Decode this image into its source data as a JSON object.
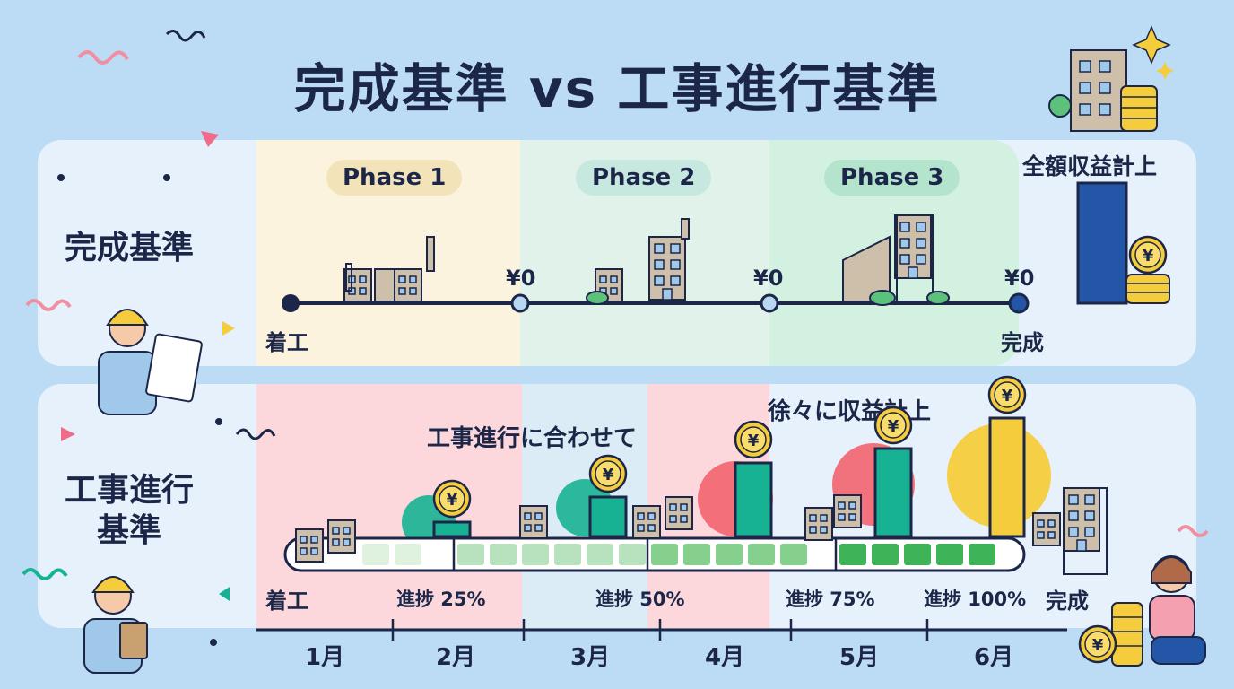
{
  "title": "完成基準 vs 工事進行基準",
  "completion_method": {
    "row_label": "完成基準",
    "phases": [
      "Phase 1",
      "Phase 2",
      "Phase 3"
    ],
    "start_label": "着工",
    "end_label": "完成",
    "zero_labels": [
      "¥0",
      "¥0",
      "¥0"
    ],
    "final_annotation": "全額収益計上"
  },
  "percentage_method": {
    "row_label_line1": "工事進行",
    "row_label_line2": "基準",
    "start_label": "着工",
    "end_label": "完成",
    "progress_labels": [
      "進捗 25%",
      "進捗 50%",
      "進捗 75%",
      "進捗 100%"
    ],
    "annotation_left": "工事進行に合わせて",
    "annotation_right": "徐々に収益計上",
    "revenue_levels": [
      0.12,
      0.33,
      0.62,
      0.74,
      1.0
    ]
  },
  "months": [
    "1月",
    "2月",
    "3月",
    "4月",
    "5月",
    "6月"
  ],
  "coin_symbol": "¥",
  "colors": {
    "navy": "#1c2648",
    "blue_bar": "#2356a6",
    "teal": "#17b294",
    "gold": "#f5cc3b",
    "pink": "#f2646e"
  }
}
